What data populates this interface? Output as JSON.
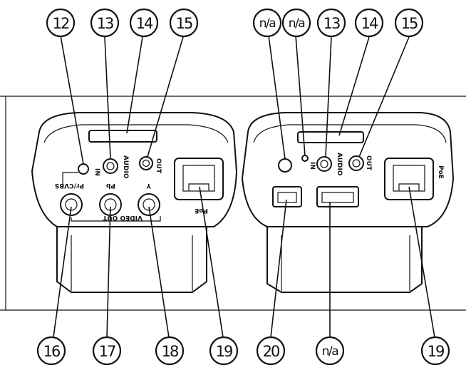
{
  "callouts_top_left": [
    "12",
    "13",
    "14",
    "15"
  ],
  "callouts_top_right": [
    "n/a",
    "n/a",
    "13",
    "14",
    "15"
  ],
  "callouts_bottom_left": [
    "16",
    "17",
    "18",
    "19"
  ],
  "callouts_bottom_right": [
    "20",
    "n/a",
    "19"
  ],
  "left_panel": {
    "in": "IN",
    "audio": "AUDIO",
    "out": "OUT",
    "pr_cvbs": "Pr/CVBS",
    "pb": "Pb",
    "y": "Y",
    "video_out": "VIDEO OUT",
    "poe": "PoE"
  },
  "right_panel": {
    "in": "IN",
    "audio": "AUDIO",
    "out": "OUT",
    "poe": "PoE"
  }
}
